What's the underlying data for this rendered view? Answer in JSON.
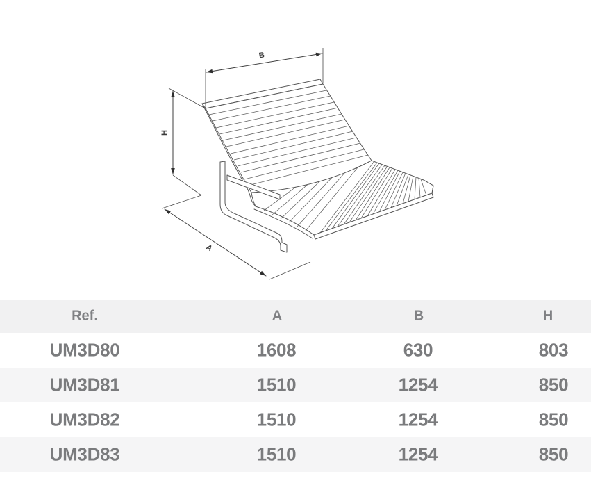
{
  "drawing": {
    "description": "isometric line drawing of a slatted bench seat with dimension arrows",
    "labels": {
      "width": "B",
      "height": "H",
      "depth": "A"
    }
  },
  "table": {
    "columns": [
      "Ref.",
      "A",
      "B",
      "H"
    ],
    "rows": [
      [
        "UM3D80",
        "1608",
        "630",
        "803"
      ],
      [
        "UM3D81",
        "1510",
        "1254",
        "850"
      ],
      [
        "UM3D82",
        "1510",
        "1254",
        "850"
      ],
      [
        "UM3D83",
        "1510",
        "1254",
        "850"
      ]
    ]
  },
  "colors": {
    "header_bg": "#f1f1f2",
    "alt_row_bg": "#f5f5f6",
    "header_text": "#808184",
    "cell_text": "#7a7b7d",
    "line_art": "#565656",
    "dimension_line": "#3f3f3f"
  }
}
